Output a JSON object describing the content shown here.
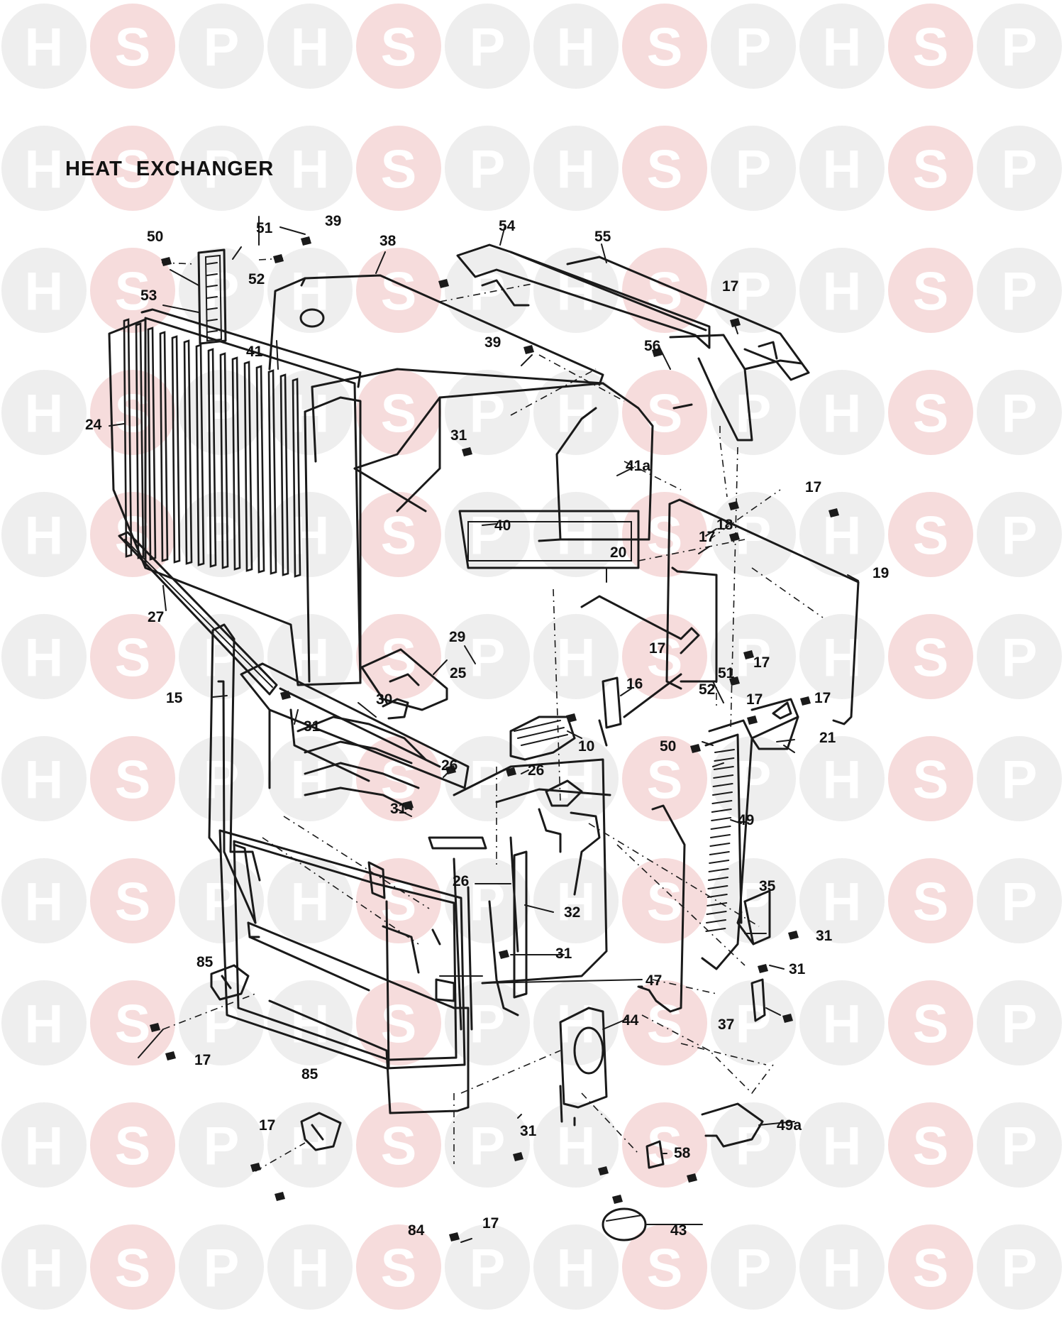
{
  "title": "HEAT EXCHANGER",
  "watermark": {
    "letters": [
      "H",
      "S",
      "P"
    ],
    "colors": {
      "H": "#eeeeee",
      "S": "#f6dcdc",
      "P": "#eeeeee"
    }
  },
  "callouts": {
    "c50a": "50",
    "c51a": "51",
    "c52a": "52",
    "c53": "53",
    "c39a": "39",
    "c38": "38",
    "c54": "54",
    "c55": "55",
    "c17a": "17",
    "c39b": "39",
    "c56": "56",
    "c41": "41",
    "c24": "24",
    "c31a": "31",
    "c41a": "41a",
    "c40": "40",
    "c17b": "17",
    "c17c": "17",
    "c18": "18",
    "c19": "19",
    "c27": "27",
    "c20": "20",
    "c29": "29",
    "c25": "25",
    "c17d": "17",
    "c17e": "17",
    "c16": "16",
    "c51b": "51",
    "c52b": "52",
    "c17f": "17",
    "c17g": "17",
    "c15": "15",
    "c30": "30",
    "c31b": "31",
    "c10": "10",
    "c21": "21",
    "c50b": "50",
    "c26a": "26",
    "c26b": "26",
    "c31c": "31",
    "c49": "49",
    "c26c": "26",
    "c32": "32",
    "c35": "35",
    "c31d": "31",
    "c31e": "31",
    "c31f": "31",
    "c85a": "85",
    "c47": "47",
    "c44": "44",
    "c37": "37",
    "c17h": "17",
    "c85b": "85",
    "c31g": "31",
    "c49a": "49a",
    "c17i": "17",
    "c58": "58",
    "c84": "84",
    "c17j": "17",
    "c43": "43"
  }
}
